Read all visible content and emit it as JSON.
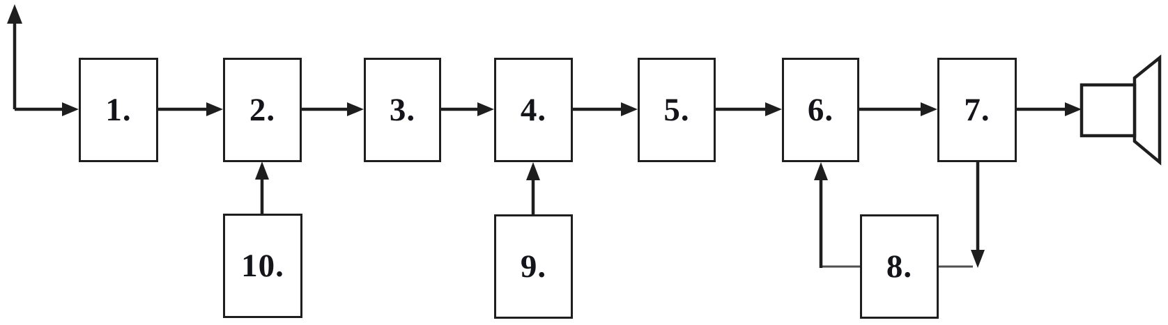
{
  "diagram": {
    "type": "block-diagram",
    "blocks": [
      {
        "label": "1."
      },
      {
        "label": "2."
      },
      {
        "label": "3."
      },
      {
        "label": "4."
      },
      {
        "label": "5."
      },
      {
        "label": "6."
      },
      {
        "label": "7."
      },
      {
        "label": "8."
      },
      {
        "label": "9."
      },
      {
        "label": "10."
      }
    ],
    "icons": [
      "antenna-icon",
      "speaker-icon"
    ],
    "connections": [
      "antenna -> 1",
      "1 -> 2",
      "2 -> 3",
      "3 -> 4",
      "4 -> 5",
      "5 -> 6",
      "6 -> 7",
      "7 -> speaker",
      "10 -> 2",
      "9 -> 4",
      "7 -> 8",
      "8 -> 6"
    ],
    "colors": {
      "line": "#1e1e1e",
      "connector_gray": "#4f4f4f",
      "background": "#ffffff",
      "text": "#14141b"
    }
  }
}
